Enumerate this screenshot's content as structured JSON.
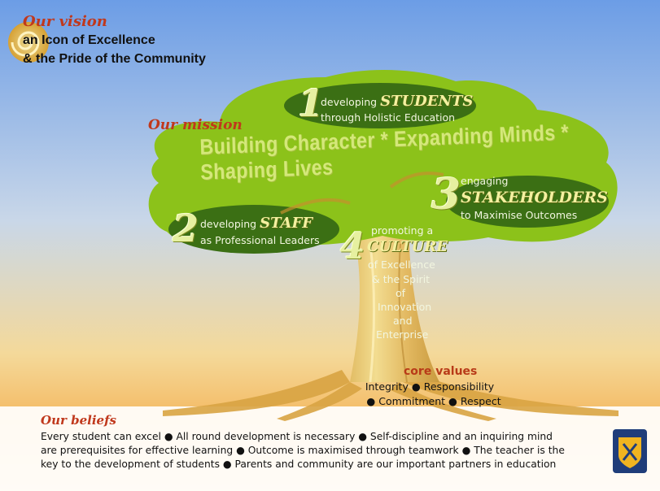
{
  "vision": {
    "heading": "Our vision",
    "line1": "an Icon of Excellence",
    "line2": "& the Pride of the Community"
  },
  "mission": {
    "heading": "Our mission",
    "motto": "Building Character * Expanding Minds * Shaping Lives",
    "items": [
      {
        "number": "1",
        "line1_prefix": "developing ",
        "line1_emph": "STUDENTS",
        "line2": "through Holistic Education"
      },
      {
        "number": "2",
        "line1_prefix": "developing ",
        "line1_emph": "STAFF",
        "line2": "as Professional Leaders"
      },
      {
        "number": "3",
        "line1_prefix": "engaging",
        "line1_emph": "STAKEHOLDERS",
        "line2": "to Maximise Outcomes"
      },
      {
        "number": "4",
        "line1_prefix": "promoting a",
        "line1_emph": "CULTURE",
        "line2": "of Excellence",
        "line3": "& the Spirit",
        "line4": "of",
        "line5": "Innovation",
        "line6": "and",
        "line7": "Enterprise"
      }
    ]
  },
  "core_values": {
    "heading": "core values",
    "line1": "Integrity ● Responsibility",
    "line2": "● Commitment ● Respect"
  },
  "beliefs": {
    "heading": "Our beliefs",
    "line1": "Every student can excel ● All round development is necessary ● Self-discipline and an inquiring mind",
    "line2": "are prerequisites for effective learning ● Outcome is maximised through teamwork ● The teacher is the",
    "line3": "key to the development of students ● Parents and community are our important partners in education"
  },
  "icons": [
    "spiral-logo-icon",
    "school-crest-icon"
  ],
  "colors": {
    "sky_top": "#6c9de6",
    "sky_bottom": "#f6d28a",
    "canopy": "#8cc21a",
    "canopy_dark": "#2f5e10",
    "trunk": "#e8c36a",
    "heading_red": "#c0381c",
    "footer_bg": "#ffffff"
  }
}
